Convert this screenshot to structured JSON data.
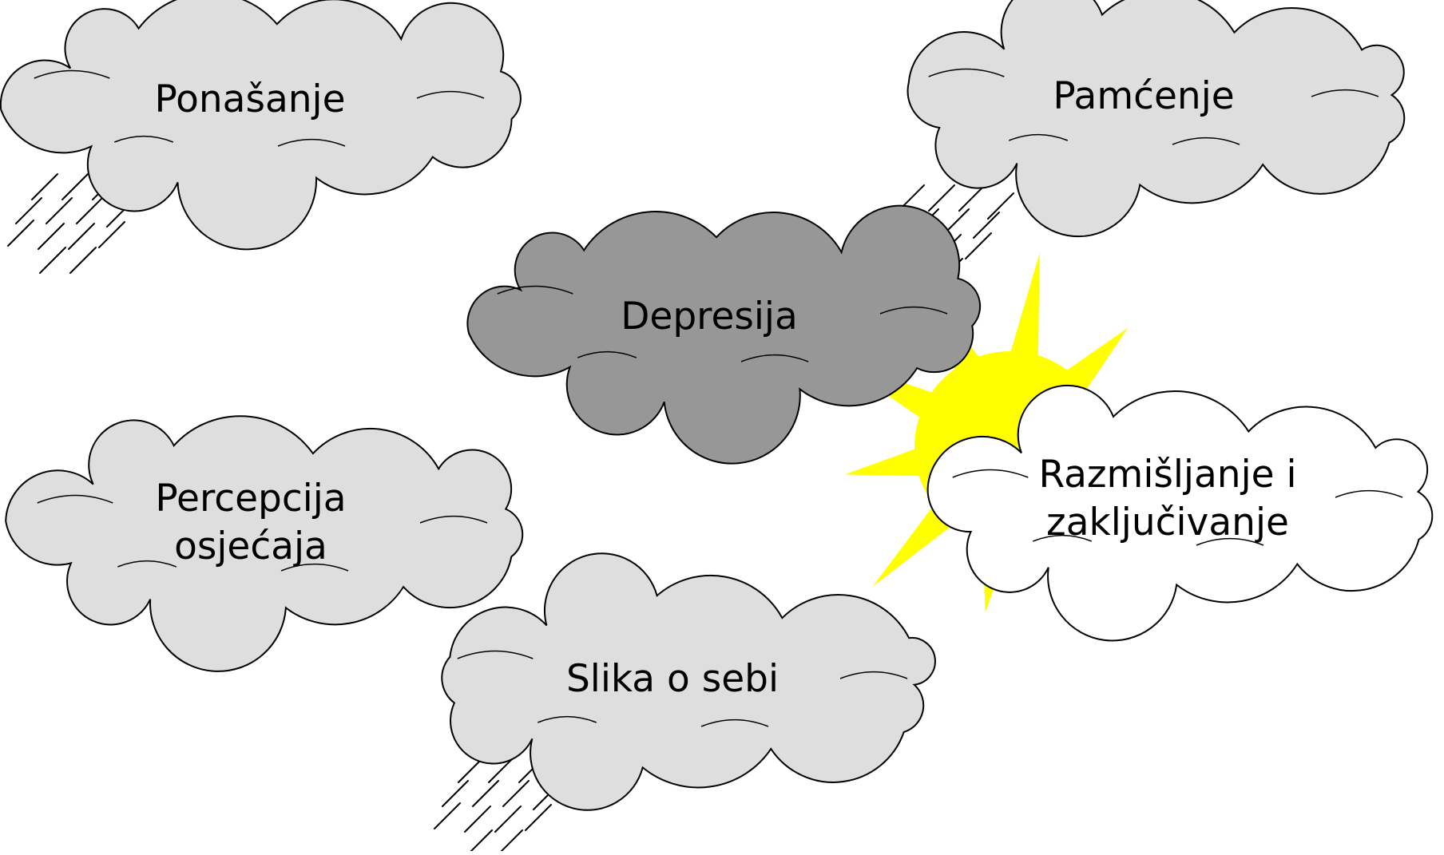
{
  "colors": {
    "cloud_light": "#dedede",
    "cloud_dark": "#979797",
    "cloud_white": "#ffffff",
    "sun": "#ffff00",
    "stroke": "#000000"
  },
  "clouds": [
    {
      "id": "ponasanje",
      "lines": [
        "Ponašanje"
      ],
      "fill": "cloud_light",
      "rain": true
    },
    {
      "id": "pamcenje",
      "lines": [
        "Pamćenje"
      ],
      "fill": "cloud_light",
      "rain": true
    },
    {
      "id": "depresija",
      "lines": [
        "Depresija"
      ],
      "fill": "cloud_dark",
      "rain": false
    },
    {
      "id": "percepcija",
      "lines": [
        "Percepcija",
        "osjećaja"
      ],
      "fill": "cloud_light",
      "rain": false
    },
    {
      "id": "razmisljanje",
      "lines": [
        "Razmišljanje i",
        "zaključivanje"
      ],
      "fill": "cloud_white",
      "rain": false
    },
    {
      "id": "slika",
      "lines": [
        "Slika o sebi"
      ],
      "fill": "cloud_light",
      "rain": true
    }
  ]
}
